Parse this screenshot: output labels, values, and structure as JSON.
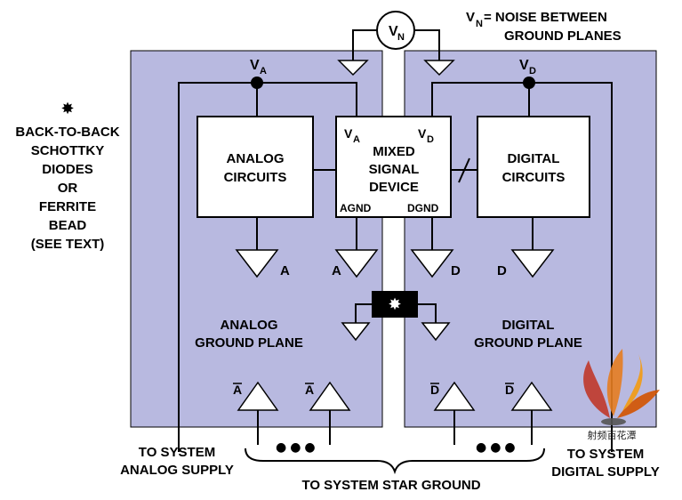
{
  "voltmeter": {
    "letter": "V",
    "sub": "N"
  },
  "noise_note": {
    "v": "V",
    "sub": "N",
    "line1_rest": " = NOISE BETWEEN",
    "line2": "GROUND PLANES"
  },
  "supply_nodes": {
    "analog": {
      "v": "V",
      "sub": "A"
    },
    "digital": {
      "v": "V",
      "sub": "D"
    }
  },
  "diode_note": {
    "symbol": "✸",
    "lines": [
      "BACK-TO-BACK",
      "SCHOTTKY",
      "DIODES",
      "OR",
      "FERRITE",
      "BEAD",
      "(SEE TEXT)"
    ]
  },
  "blocks": {
    "analog": {
      "line1": "ANALOG",
      "line2": "CIRCUITS"
    },
    "digital": {
      "line1": "DIGITAL",
      "line2": "CIRCUITS"
    },
    "mixed": {
      "line1": "MIXED",
      "line2": "SIGNAL",
      "line3": "DEVICE",
      "va": {
        "v": "V",
        "sub": "A"
      },
      "vd": {
        "v": "V",
        "sub": "D"
      },
      "agnd": "AGND",
      "dgnd": "DGND"
    }
  },
  "ground_labels": {
    "a": "A",
    "d": "D",
    "a_bar": "A",
    "d_bar": "D"
  },
  "planes": {
    "analog": {
      "line1": "ANALOG",
      "line2": "GROUND PLANE"
    },
    "digital": {
      "line1": "DIGITAL",
      "line2": "GROUND PLANE"
    }
  },
  "ellipsis": "●●●",
  "bottom": {
    "analog_supply": {
      "line1": "TO SYSTEM",
      "line2": "ANALOG SUPPLY"
    },
    "digital_supply": {
      "line1": "TO SYSTEM",
      "line2": "DIGITAL SUPPLY"
    },
    "star_ground": "TO SYSTEM STAR GROUND"
  },
  "watermark": {
    "text": "射频百花潭"
  },
  "colors": {
    "plane": "#b8b9e0",
    "line": "#000000",
    "box": "#ffffff"
  }
}
